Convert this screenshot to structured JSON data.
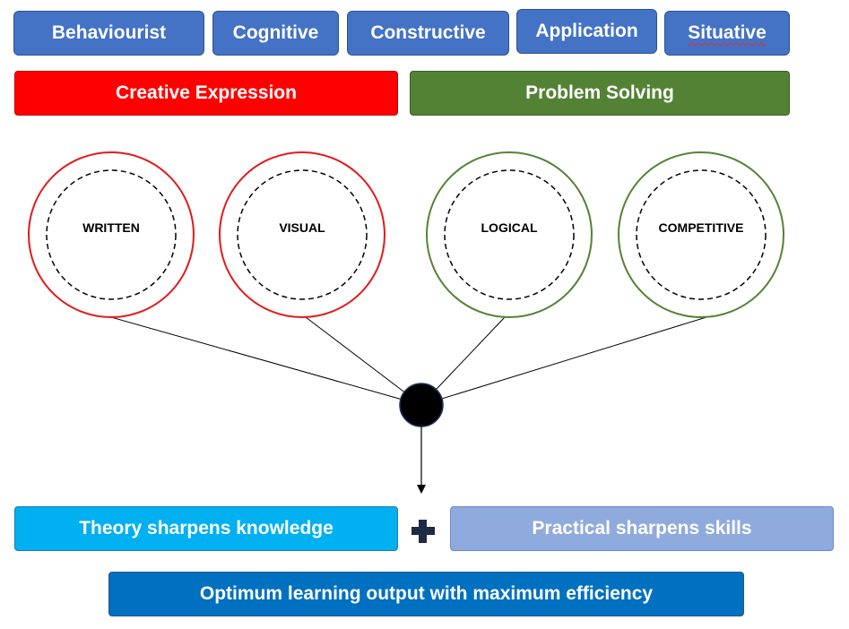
{
  "top_row": [
    {
      "id": "behaviourist",
      "label": "Behaviourist"
    },
    {
      "id": "cognitive",
      "label": "Cognitive"
    },
    {
      "id": "constructive",
      "label": "Constructive"
    },
    {
      "id": "application",
      "label": "Application"
    },
    {
      "id": "situative",
      "label": "Situative"
    }
  ],
  "categories": {
    "creative": {
      "label": "Creative Expression",
      "color": "#ff0000"
    },
    "problem": {
      "label": "Problem Solving",
      "color": "#548235"
    }
  },
  "circles": [
    {
      "label": "WRITTEN",
      "group": "creative",
      "color": "#e31a1c"
    },
    {
      "label": "VISUAL",
      "group": "creative",
      "color": "#e31a1c"
    },
    {
      "label": "LOGICAL",
      "group": "problem",
      "color": "#548235"
    },
    {
      "label": "COMPETITIVE",
      "group": "problem",
      "color": "#548235"
    }
  ],
  "bottom": {
    "theory": "Theory sharpens knowledge",
    "practical": "Practical sharpens skills",
    "optimum": "Optimum learning output with maximum efficiency"
  },
  "colors": {
    "top_fill": "#4472c4",
    "theory_fill": "#00b0f0",
    "practical_fill": "#8faadc",
    "optimum_fill": "#0070c0",
    "hub": "#000000"
  }
}
